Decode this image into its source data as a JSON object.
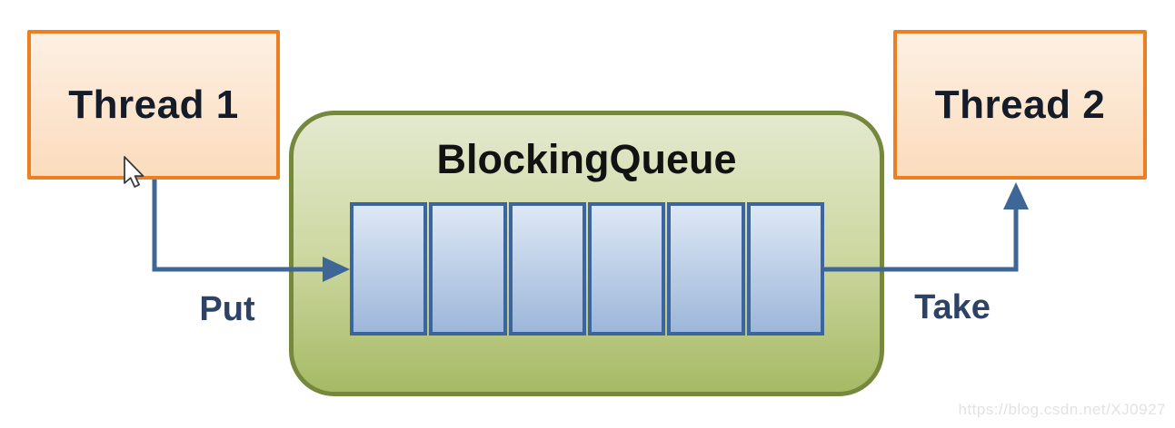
{
  "diagram": {
    "thread1": {
      "label": "Thread 1"
    },
    "thread2": {
      "label": "Thread 2"
    },
    "queue": {
      "title": "BlockingQueue",
      "slot_count": 6
    },
    "put_label": "Put",
    "take_label": "Take",
    "watermark": "https://blog.csdn.net/XJ0927",
    "colors": {
      "thread_border": "#ec7f21",
      "thread_fill_top": "#fdf0e3",
      "thread_fill_bottom": "#fbdcbd",
      "queue_border": "#75883e",
      "queue_fill_top": "#e4e9cf",
      "queue_fill_mid": "#ccd7a0",
      "queue_fill_bottom": "#a6ba65",
      "cell_border": "#3c64a0",
      "cell_fill_top": "#dde8f5",
      "cell_fill_bottom": "#9db7d9",
      "arrow": "#3e6697",
      "label_text": "#2e4265"
    }
  }
}
